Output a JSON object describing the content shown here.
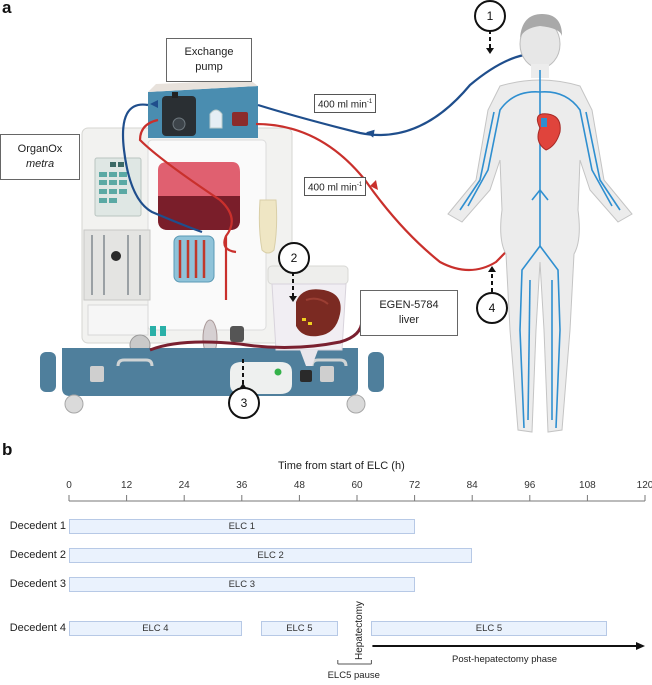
{
  "panel_a": {
    "label": "a",
    "callouts": {
      "exchange_pump": [
        "Exchange",
        "pump"
      ],
      "organox": [
        "OrganOx",
        "metra"
      ],
      "liver": [
        "EGEN-5784",
        "liver"
      ]
    },
    "flow_rates": {
      "return": "400 ml min",
      "outflow": "400 ml min",
      "exponent": "-1"
    },
    "markers": [
      "1",
      "2",
      "3",
      "4"
    ],
    "colors": {
      "venous_line": "#1f4e8c",
      "arterial_line": "#c9302c",
      "device_blue": "#4a7fa0",
      "body_fill": "#ececec",
      "vessel": "#2f8fd0",
      "heart": "#e0443c"
    }
  },
  "panel_b": {
    "label": "b",
    "chart_data": {
      "type": "gantt",
      "title": "Time from start of ELC (h)",
      "xlabel": "Time from start of ELC (h)",
      "xlim": [
        0,
        120
      ],
      "ticks": [
        0,
        12,
        24,
        36,
        48,
        60,
        72,
        84,
        96,
        108,
        120
      ],
      "rows": [
        {
          "name": "Decedent 1",
          "segments": [
            {
              "label": "ELC 1",
              "start": 0,
              "end": 72
            }
          ]
        },
        {
          "name": "Decedent 2",
          "segments": [
            {
              "label": "ELC 2",
              "start": 0,
              "end": 84
            }
          ]
        },
        {
          "name": "Decedent 3",
          "segments": [
            {
              "label": "ELC 3",
              "start": 0,
              "end": 72
            }
          ]
        },
        {
          "name": "Decedent 4",
          "segments": [
            {
              "label": "ELC 4",
              "start": 0,
              "end": 36
            },
            {
              "label": "ELC 5",
              "start": 40,
              "end": 56
            },
            {
              "label": "ELC 5",
              "start": 63,
              "end": 112
            }
          ]
        }
      ],
      "annotations": {
        "hepatectomy": {
          "label": "Hepatectomy",
          "time": 60
        },
        "pause": {
          "label": "ELC5 pause",
          "start": 56,
          "end": 63
        },
        "post_phase": {
          "label": "Post-hepatectomy phase",
          "start": 63,
          "end": 120
        }
      },
      "bar_fill": "#eaf2fd",
      "bar_border": "#b7c9e6"
    }
  }
}
